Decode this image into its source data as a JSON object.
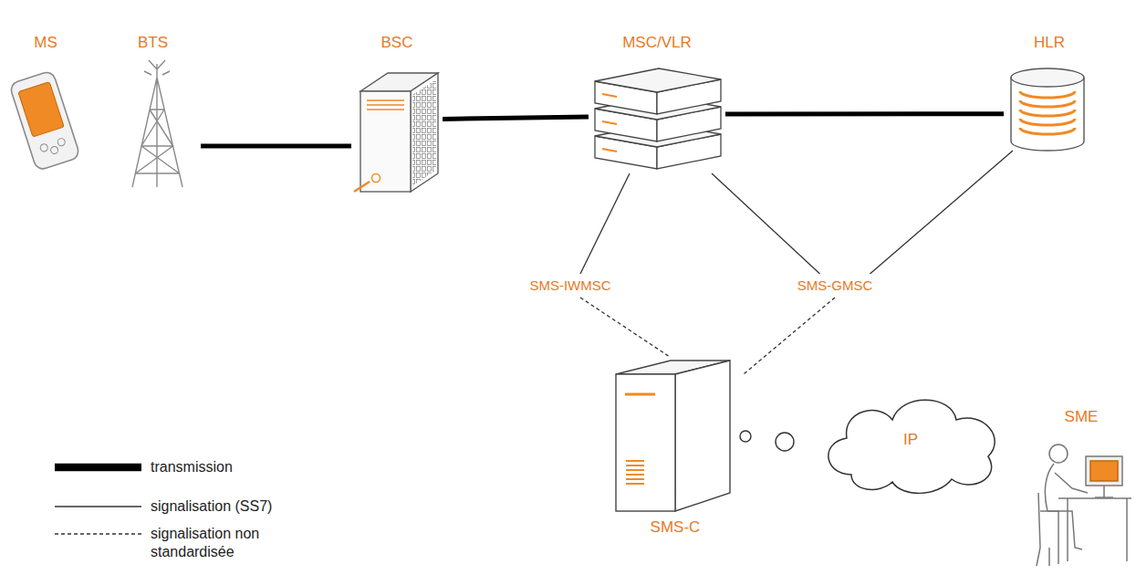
{
  "diagram": {
    "nodes": [
      {
        "text": [
          "MS"
        ]
      },
      {
        "text": [
          "BTS"
        ]
      },
      {
        "text": [
          "BSC"
        ]
      },
      {
        "text": [
          "MSC/VLR"
        ]
      },
      {
        "text": [
          "HLR"
        ]
      },
      {
        "text": [
          "SMS-IWMSC"
        ]
      },
      {
        "text": [
          "SMS-GMSC"
        ]
      },
      {
        "text": [
          "SMS-C"
        ]
      },
      {
        "text": [
          "IP"
        ]
      },
      {
        "text": [
          "SME"
        ]
      }
    ],
    "edges": [
      {
        "from": 1,
        "to": 2,
        "arrow": "none"
      },
      {
        "from": 2,
        "to": 3,
        "arrow": "none"
      },
      {
        "from": 3,
        "to": 4,
        "arrow": "none"
      },
      {
        "from": 3,
        "to": 5,
        "arrow": "none"
      },
      {
        "from": 3,
        "to": 6,
        "arrow": "none"
      },
      {
        "from": 4,
        "to": 6,
        "arrow": "none"
      },
      {
        "from": 5,
        "to": 7,
        "arrow": "none"
      },
      {
        "from": 6,
        "to": 7,
        "arrow": "none"
      }
    ],
    "legend": [
      {
        "text": "transmission"
      },
      {
        "text": "signalisation (SS7)"
      },
      {
        "text": "signalisation non standardisée"
      }
    ]
  }
}
